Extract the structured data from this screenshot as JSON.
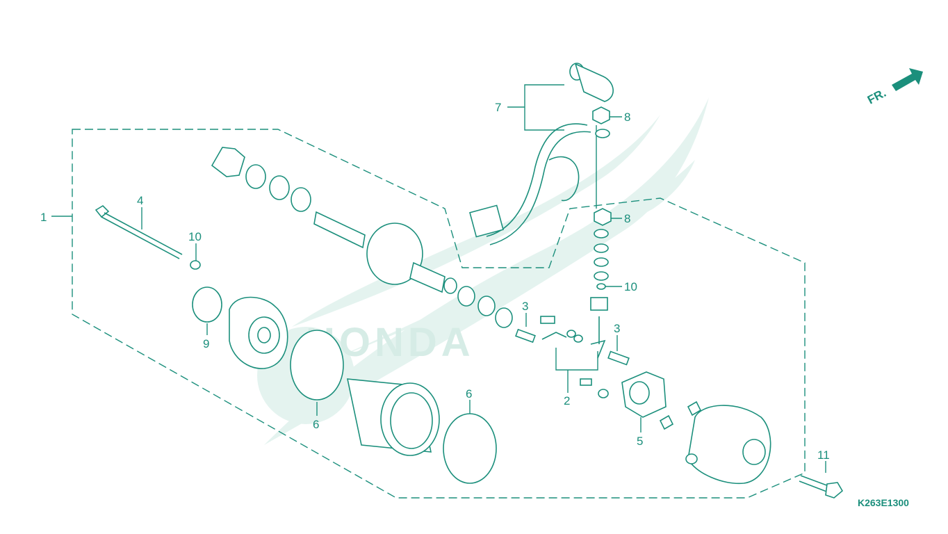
{
  "diagram": {
    "code": "K263E1300",
    "direction_label": "FR.",
    "watermark_text": "HONDA",
    "callouts": [
      {
        "id": "c1",
        "label": "1"
      },
      {
        "id": "c2",
        "label": "2"
      },
      {
        "id": "c3a",
        "label": "3"
      },
      {
        "id": "c3b",
        "label": "3"
      },
      {
        "id": "c4",
        "label": "4"
      },
      {
        "id": "c5",
        "label": "5"
      },
      {
        "id": "c6a",
        "label": "6"
      },
      {
        "id": "c6b",
        "label": "6"
      },
      {
        "id": "c7",
        "label": "7"
      },
      {
        "id": "c8a",
        "label": "8"
      },
      {
        "id": "c8b",
        "label": "8"
      },
      {
        "id": "c9",
        "label": "9"
      },
      {
        "id": "c10a",
        "label": "10"
      },
      {
        "id": "c10b",
        "label": "10"
      },
      {
        "id": "c11",
        "label": "11"
      }
    ],
    "colors": {
      "line": "#1b8f7c",
      "watermark": "#e4f3ef"
    }
  }
}
